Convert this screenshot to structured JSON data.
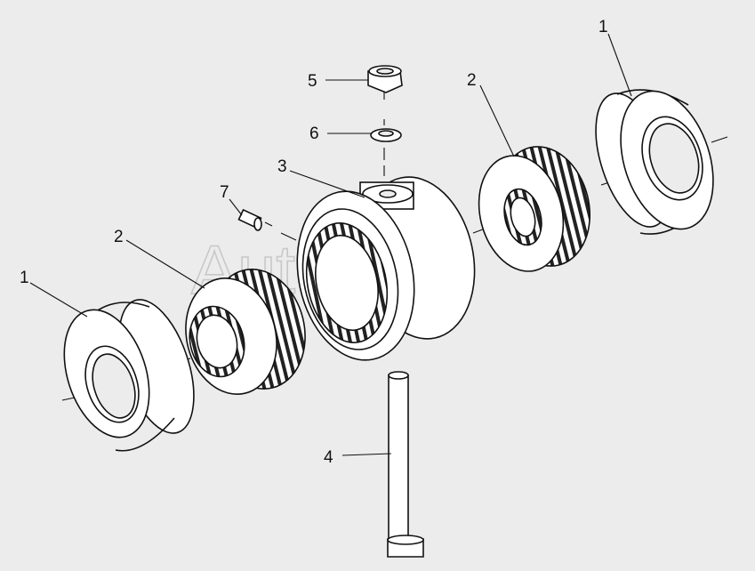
{
  "watermark": "AutoSoft",
  "callouts": [
    {
      "id": "c1a",
      "label": "1"
    },
    {
      "id": "c1b",
      "label": "1"
    },
    {
      "id": "c2a",
      "label": "2"
    },
    {
      "id": "c2b",
      "label": "2"
    },
    {
      "id": "c3",
      "label": "3"
    },
    {
      "id": "c4",
      "label": "4"
    },
    {
      "id": "c5",
      "label": "5"
    },
    {
      "id": "c6",
      "label": "6"
    },
    {
      "id": "c7",
      "label": "7"
    }
  ],
  "colors": {
    "background": "#ececec",
    "line": "#111111",
    "fill": "#ffffff"
  }
}
